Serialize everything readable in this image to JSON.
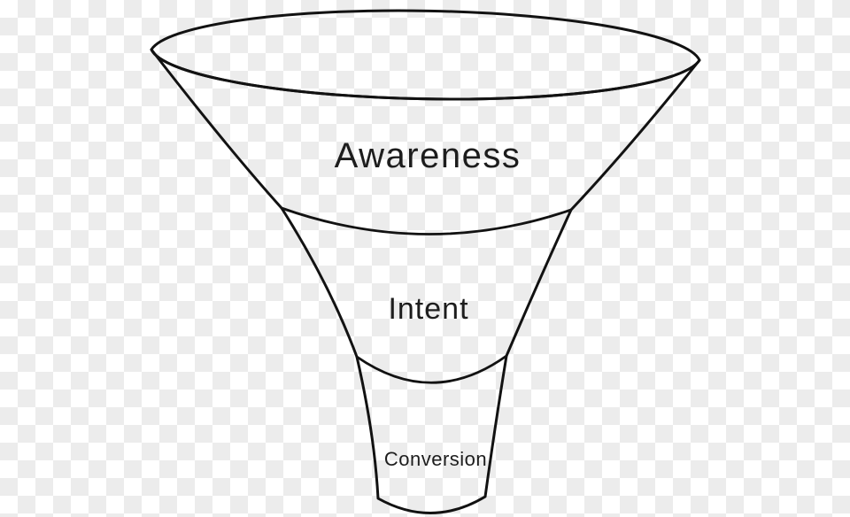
{
  "diagram": {
    "type": "funnel",
    "stages": [
      {
        "id": "awareness",
        "label": "Awareness"
      },
      {
        "id": "intent",
        "label": "Intent"
      },
      {
        "id": "conversion",
        "label": "Conversion"
      }
    ],
    "colors": {
      "rim_fill": "#e0805e",
      "body_fill": "#f2a46f",
      "outline": "#121212",
      "text": "#1d1d1d",
      "checker_white": "#ffffff",
      "checker_gray": "#ececec"
    }
  }
}
